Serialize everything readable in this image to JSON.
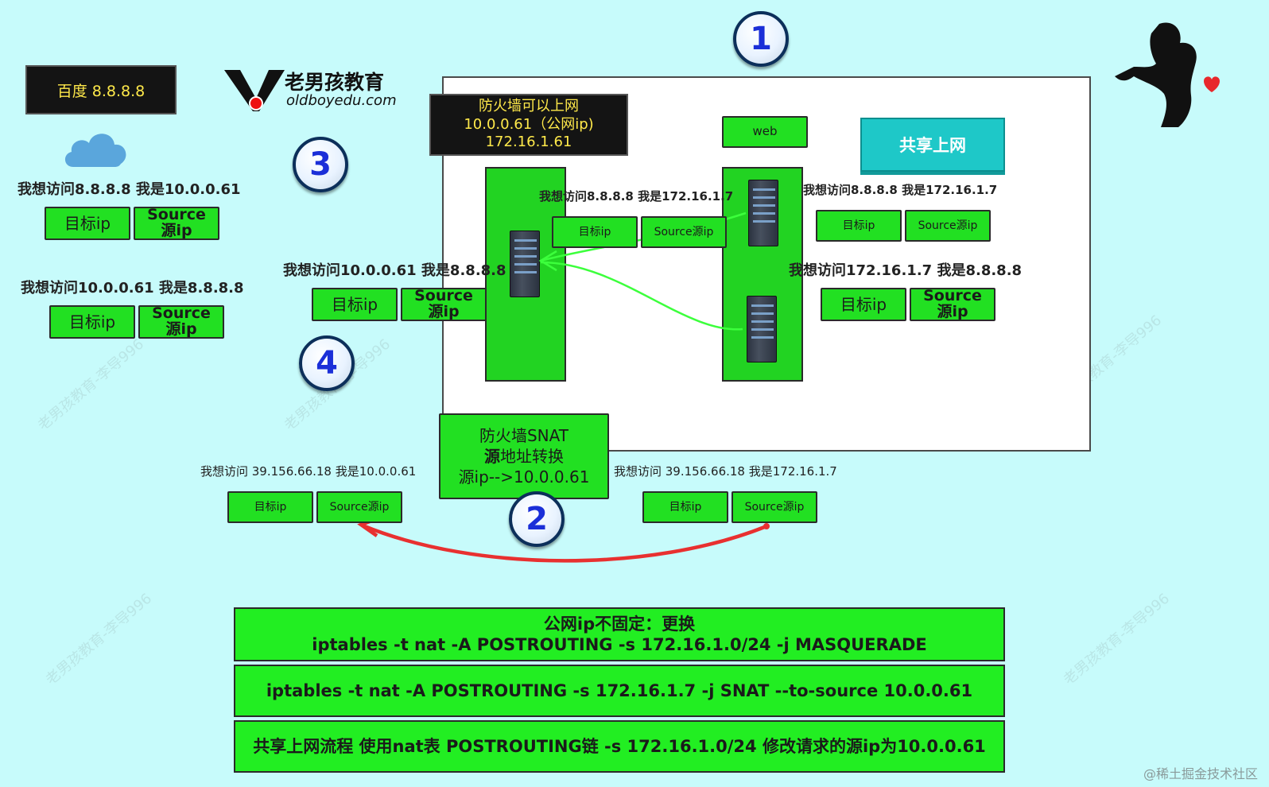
{
  "baidu": "百度 8.8.8.8",
  "logo": {
    "cn": "老男孩教育",
    "en": "oldboyedu.com"
  },
  "watermark_text": "老男孩教育-李导996",
  "firewall_title": [
    "防火墙可以上网",
    "10.0.0.61（公网ip)",
    "172.16.1.61"
  ],
  "web_label": "web",
  "share_button": "共享上网",
  "badges": {
    "one": "1",
    "two": "2",
    "three": "3",
    "four": "4"
  },
  "left": {
    "req_label": "我想访问8.8.8.8 我是10.0.0.61",
    "reply_label": "我想访问10.0.0.61 我是8.8.8.8",
    "target": "目标ip",
    "source_l1": "Source",
    "source_l2": "源ip"
  },
  "mid_left": {
    "label": "我想访问10.0.0.61 我是8.8.8.8",
    "target": "目标ip",
    "source_l1": "Source",
    "source_l2": "源ip"
  },
  "inner": {
    "label": "我想访问8.8.8.8 我是172.16.1.7",
    "target": "目标ip",
    "source": "Source源ip"
  },
  "right": {
    "req_label": "我想访问8.8.8.8 我是172.16.1.7",
    "target": "目标ip",
    "source": "Source源ip",
    "reply_label": "我想访问172.16.1.7 我是8.8.8.8",
    "reply_target": "目标ip",
    "reply_source_l1": "Source",
    "reply_source_l2": "源ip"
  },
  "snat": {
    "line1": "防火墙SNAT",
    "line2a": "源",
    "line2b": "地址转换",
    "line3": "源ip-->10.0.0.61"
  },
  "bottom_left": {
    "label": "我想访问 39.156.66.18 我是10.0.0.61",
    "target": "目标ip",
    "source": "Source源ip"
  },
  "bottom_right": {
    "label": "我想访问 39.156.66.18 我是172.16.1.7",
    "target": "目标ip",
    "source": "Source源ip"
  },
  "commands": {
    "c1_line1": "公网ip不固定：更换",
    "c1_line2": "iptables -t nat -A POSTROUTING  -s 172.16.1.0/24   -j  MASQUERADE",
    "c2": "iptables -t nat -A POSTROUTING  -s 172.16.1.7   -j SNAT  --to-source 10.0.0.61",
    "c3": "共享上网流程 使用nat表  POSTROUTING链   -s 172.16.1.0/24  修改请求的源ip为10.0.0.61"
  },
  "credit": "@稀土掘金技术社区",
  "colors": {
    "background": "#c7fbfb",
    "box_green": "#22e022",
    "accent_cyan": "#1ec8c8",
    "arrow_red": "#e83030",
    "badge_blue": "#1b2fd8"
  }
}
